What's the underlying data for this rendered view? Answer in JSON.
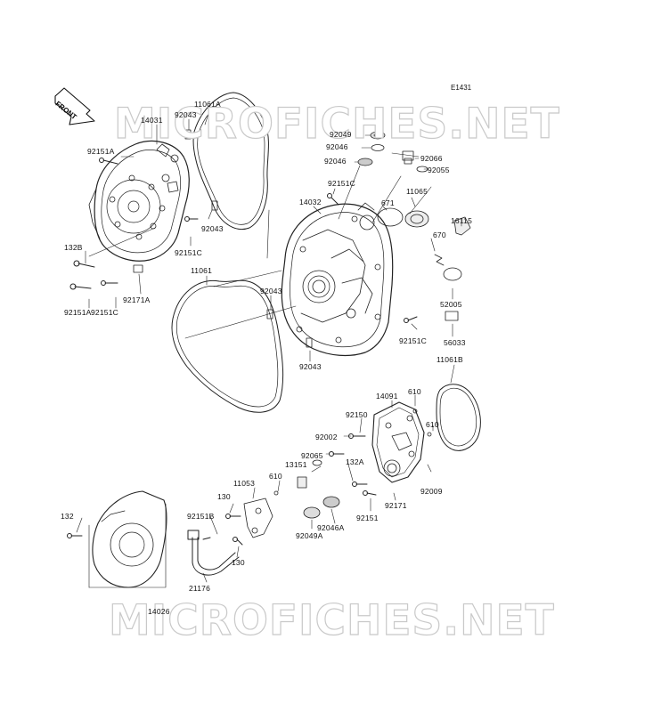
{
  "diagram": {
    "code": "E1431",
    "front_label": "FRONT",
    "watermark": "MICROFICHES.NET"
  },
  "parts": [
    {
      "id": "p_11061A",
      "text": "11061A"
    },
    {
      "id": "p_92043_a",
      "text": "92043"
    },
    {
      "id": "p_14031",
      "text": "14031"
    },
    {
      "id": "p_92151A_a",
      "text": "92151A"
    },
    {
      "id": "p_92043_b",
      "text": "92043"
    },
    {
      "id": "p_92151C_a",
      "text": "92151C"
    },
    {
      "id": "p_132B",
      "text": "132B"
    },
    {
      "id": "p_92151A_b",
      "text": "92151A"
    },
    {
      "id": "p_92151C_b",
      "text": "92151C"
    },
    {
      "id": "p_92171A",
      "text": "92171A"
    },
    {
      "id": "p_11061",
      "text": "11061"
    },
    {
      "id": "p_92043_c",
      "text": "92043"
    },
    {
      "id": "p_92043_d",
      "text": "92043"
    },
    {
      "id": "p_92049",
      "text": "92049"
    },
    {
      "id": "p_92046_a",
      "text": "92046"
    },
    {
      "id": "p_92046_b",
      "text": "92046"
    },
    {
      "id": "p_92066",
      "text": "92066"
    },
    {
      "id": "p_92055",
      "text": "92055"
    },
    {
      "id": "p_92151C_c",
      "text": "92151C"
    },
    {
      "id": "p_14032",
      "text": "14032"
    },
    {
      "id": "p_671",
      "text": "671"
    },
    {
      "id": "p_11065",
      "text": "11065"
    },
    {
      "id": "p_16115",
      "text": "16115"
    },
    {
      "id": "p_670",
      "text": "670"
    },
    {
      "id": "p_52005",
      "text": "52005"
    },
    {
      "id": "p_92151C_d",
      "text": "92151C"
    },
    {
      "id": "p_56033",
      "text": "56033"
    },
    {
      "id": "p_11061B",
      "text": "11061B"
    },
    {
      "id": "p_14091",
      "text": "14091"
    },
    {
      "id": "p_610_a",
      "text": "610"
    },
    {
      "id": "p_610_b",
      "text": "610"
    },
    {
      "id": "p_92150",
      "text": "92150"
    },
    {
      "id": "p_92002",
      "text": "92002"
    },
    {
      "id": "p_92065",
      "text": "92065"
    },
    {
      "id": "p_13151",
      "text": "13151"
    },
    {
      "id": "p_132A",
      "text": "132A"
    },
    {
      "id": "p_92009",
      "text": "92009"
    },
    {
      "id": "p_11053",
      "text": "11053"
    },
    {
      "id": "p_610_c",
      "text": "610"
    },
    {
      "id": "p_130_a",
      "text": "130"
    },
    {
      "id": "p_92171",
      "text": "92171"
    },
    {
      "id": "p_92151",
      "text": "92151"
    },
    {
      "id": "p_92046A",
      "text": "92046A"
    },
    {
      "id": "p_92049A",
      "text": "92049A"
    },
    {
      "id": "p_92151B",
      "text": "92151B"
    },
    {
      "id": "p_130_b",
      "text": "130"
    },
    {
      "id": "p_132",
      "text": "132"
    },
    {
      "id": "p_21176",
      "text": "21176"
    },
    {
      "id": "p_14026",
      "text": "14026"
    }
  ]
}
